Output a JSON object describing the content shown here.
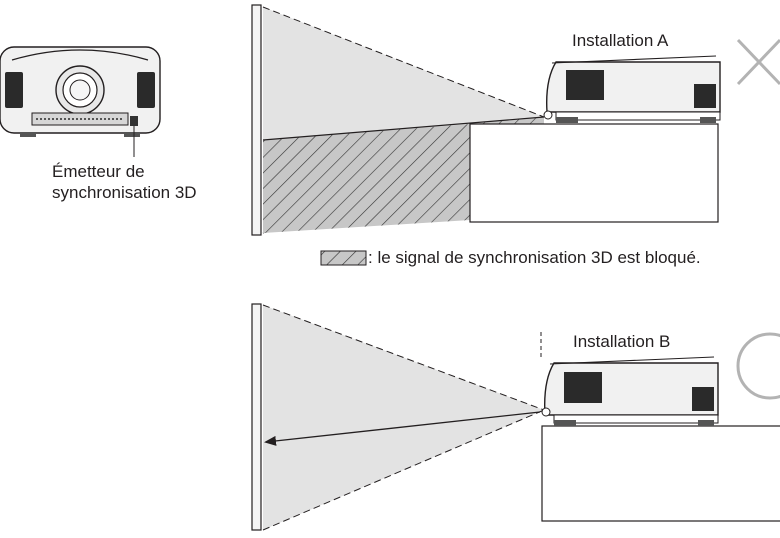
{
  "emitter_label": {
    "line1": "Émetteur de",
    "line2": "synchronisation 3D"
  },
  "installation_a": {
    "label": "Installation A",
    "verdict_icon": "cross-mark-icon"
  },
  "installation_b": {
    "label": "Installation B",
    "verdict_icon": "circle-mark-icon"
  },
  "legend": {
    "text": ": le signal de synchronisation 3D est bloqué.",
    "swatch": "hatched-area-icon"
  },
  "colors": {
    "beam_fill": "#e3e3e3",
    "line": "#231f20",
    "mark": "#b3b3b3"
  }
}
